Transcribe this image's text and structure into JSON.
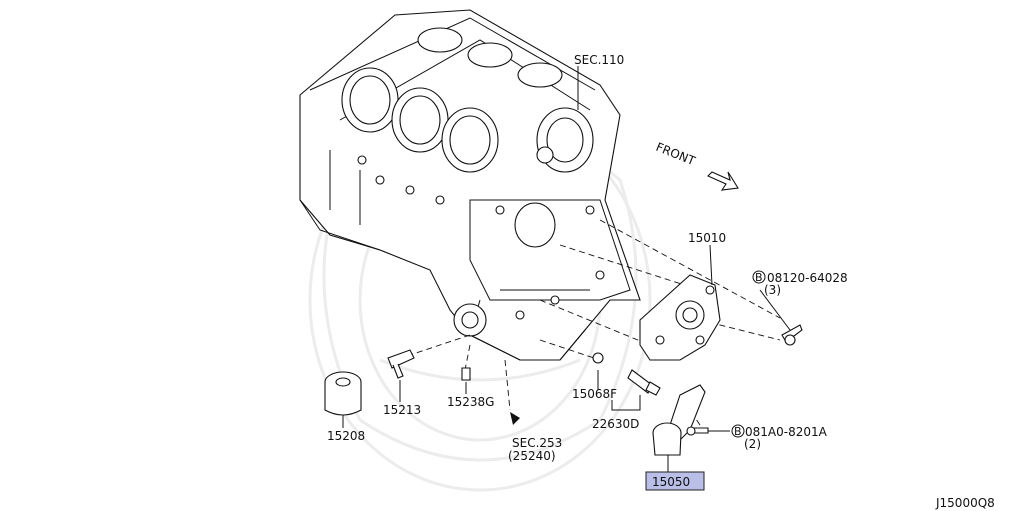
{
  "diagram": {
    "labels": {
      "sec110": "SEC.110",
      "front": "FRONT",
      "p15010": "15010",
      "bolt1_code": "08120-64028",
      "bolt1_qty": "(3)",
      "bolt2_code": "081A0-8201A",
      "bolt2_qty": "(2)",
      "p15068f": "15068F",
      "p22630d": "22630D",
      "p15213": "15213",
      "p15238g": "15238G",
      "p15208": "15208",
      "sec253": "SEC.253",
      "sec253_ref": "(25240)",
      "p15050": "15050",
      "diagram_id": "J15000Q8",
      "circle_b": "B"
    },
    "highlight_color": "#b9bfe6"
  }
}
